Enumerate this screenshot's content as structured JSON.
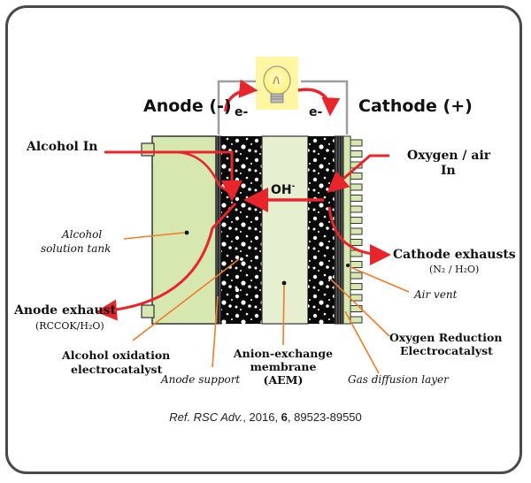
{
  "labels": {
    "anode_title": "Anode (-)",
    "cathode_title": "Cathode (+)",
    "electron_left": "e-",
    "electron_right": "e-",
    "alcohol_in": "Alcohol In",
    "oxygen_in_line1": "Oxygen / air",
    "oxygen_in_line2": "In",
    "hydroxide": "OH",
    "hydroxide_charge": "-",
    "alcohol_tank_line1": "Alcohol",
    "alcohol_tank_line2": "solution tank",
    "cathode_exhausts_line1": "Cathode exhausts",
    "cathode_exhausts_line2": "(N₂ / H₂O)",
    "air_vent": "Air vent",
    "anode_exhaust_line1": "Anode exhaust",
    "anode_exhaust_line2": "(RCCOK/H₂O)",
    "alcohol_oxidation_line1": "Alcohol oxidation",
    "alcohol_oxidation_line2": "electrocatalyst",
    "anode_support": "Anode support",
    "aem_line1": "Anion-exchange",
    "aem_line2": "membrane",
    "aem_line3": "(AEM)",
    "orr_line1": "Oxygen Reduction",
    "orr_line2": "Electrocatalyst",
    "gas_diffusion_layer": "Gas diffusion layer"
  },
  "reference": {
    "prefix": "Ref. RSC Adv.",
    "middle": ", 2016, ",
    "volume": "6",
    "pages": ", 89523-89550"
  },
  "colors": {
    "arrow_red": "#e8252a",
    "leader_orange": "#f07b2a",
    "tank_green": "#d6e8b0",
    "membrane_green": "#e6efcf",
    "porous_black": "#0a0a0a",
    "bulb_yellow": "#fff59a"
  },
  "icons": [
    "lightbulb-icon"
  ]
}
